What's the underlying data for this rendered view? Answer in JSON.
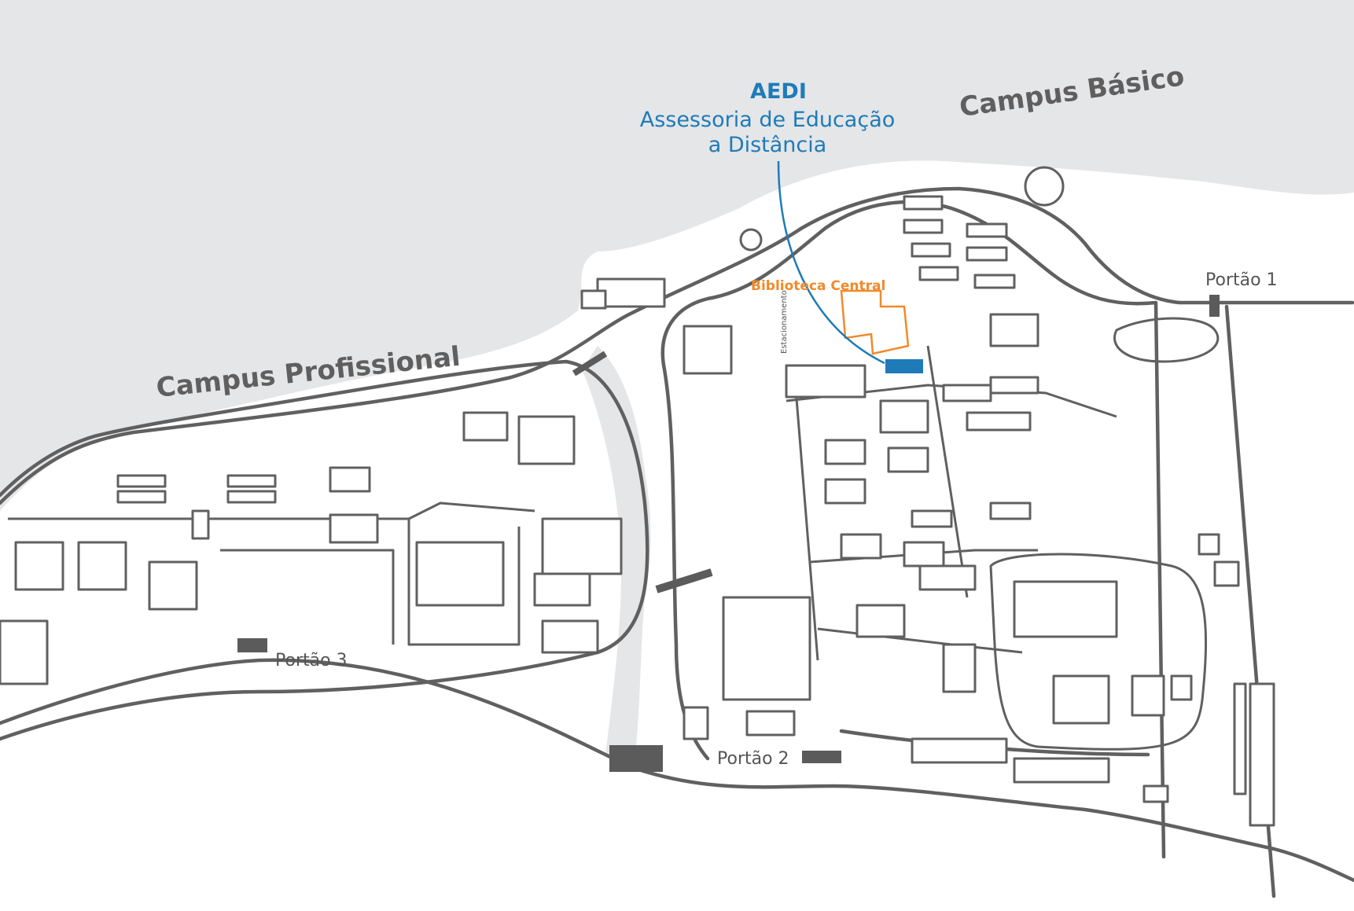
{
  "map": {
    "campus_labels": {
      "profissional": "Campus Profissional",
      "basico": "Campus Básico"
    },
    "aedi": {
      "acronym": "AEDI",
      "line1": "Assessoria de Educação",
      "line2": "a Distância"
    },
    "library_label": "Biblioteca Central",
    "parking_label": "Estacionamento",
    "gates": {
      "g1": "Portão 1",
      "g2": "Portão 2",
      "g3": "Portão 3"
    },
    "colors": {
      "water": "#e5e6e8",
      "roads": "#606060",
      "aedi": "#1e7bb8",
      "library": "#f08a2c"
    }
  }
}
